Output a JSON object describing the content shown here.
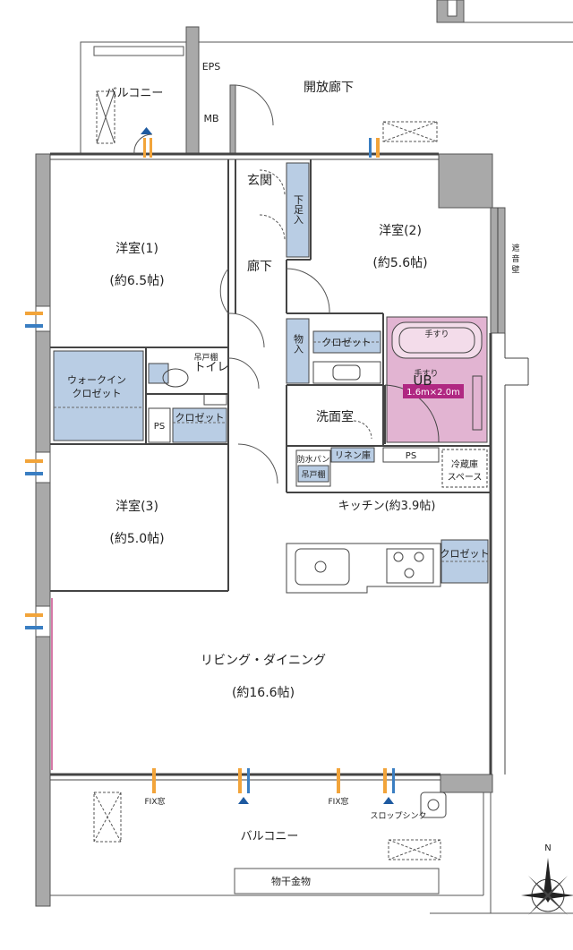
{
  "rooms": {
    "western1_name": "洋室(1)",
    "western1_size": "(約6.5帖)",
    "western2_name": "洋室(2)",
    "western2_size": "(約5.6帖)",
    "western3_name": "洋室(3)",
    "western3_size": "(約5.0帖)",
    "living_name": "リビング・ダイニング",
    "living_size": "(約16.6帖)",
    "kitchen": "キッチン(約3.9帖)",
    "washroom": "洗面室",
    "toilet": "トイレ",
    "entrance": "玄関",
    "hallway": "廊下",
    "open_corridor": "開放廊下",
    "balcony_top": "バルコニー",
    "balcony_bottom": "バルコニー"
  },
  "labels": {
    "eps": "EPS",
    "mb": "MB",
    "shoe_storage": "下足入",
    "storage": "物入",
    "closet_w2": "クロゼット",
    "closet_w3": "クロゼット",
    "closet_kitchen": "クロゼット",
    "walkin_line1": "ウォークイン",
    "walkin_line2": "クロゼット",
    "hanging_shelf_toilet": "吊戸棚",
    "ps_w3": "PS",
    "ps_kitchen": "PS",
    "linen": "リネン庫",
    "waterproof_pan": "防水パン",
    "hanging_shelf_wash": "吊戸棚",
    "fridge_line1": "冷蔵庫",
    "fridge_line2": "スペース",
    "handrail1": "手すり",
    "handrail2": "手すり",
    "ub": "UB",
    "ub_size": "1.6m×2.0m",
    "sound_wall_1": "遮",
    "sound_wall_2": "音",
    "sound_wall_3": "壁",
    "fix_window_left": "FIX窓",
    "fix_window_right": "FIX窓",
    "slop_sink": "スロップシンク",
    "laundry_hardware": "物干金物",
    "compass": "N"
  },
  "colors": {
    "wall": "#a9a9a9",
    "storage_fill": "#b9cde4",
    "bath_fill": "#e2b4d2",
    "ub_badge": "#b02882",
    "vent_orange": "#f2a43a",
    "vent_blue": "#3a7ec2"
  }
}
